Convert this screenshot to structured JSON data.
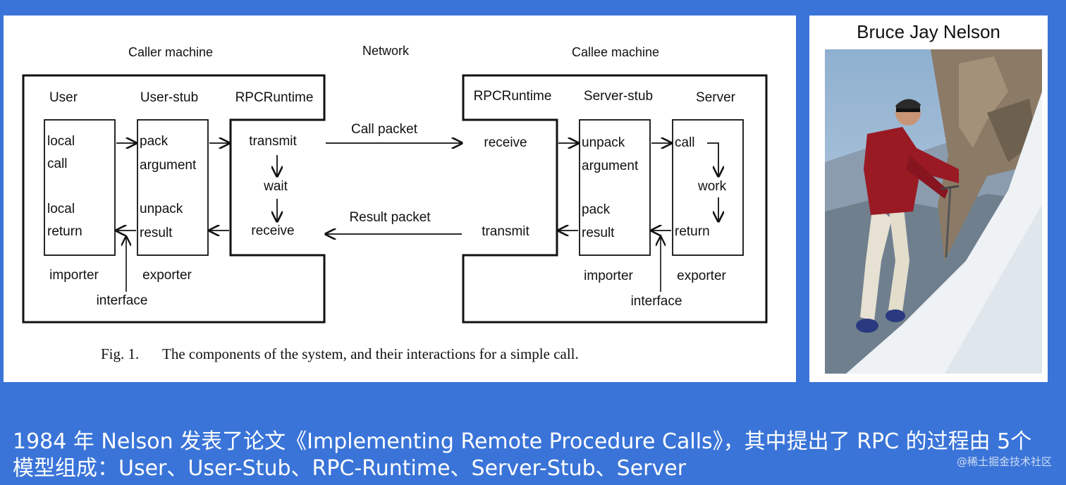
{
  "figure": {
    "caller_title": "Caller machine",
    "network_title": "Network",
    "callee_title": "Callee machine",
    "columns": {
      "user": "User",
      "user_stub": "User-stub",
      "rpc_runtime_caller": "RPCRuntime",
      "rpc_runtime_callee": "RPCRuntime",
      "server_stub": "Server-stub",
      "server": "Server"
    },
    "user_box": {
      "line1": "local",
      "line2": "call",
      "line3": "local",
      "line4": "return"
    },
    "user_stub_box": {
      "line1": "pack",
      "line2": "argument",
      "line3": "unpack",
      "line4": "result"
    },
    "rpc_caller_box": {
      "line1": "transmit",
      "line2": "wait",
      "line3": "receive"
    },
    "rpc_callee_box": {
      "line1": "receive",
      "line2": "transmit"
    },
    "server_stub_box": {
      "line1": "unpack",
      "line2": "argument",
      "line3": "pack",
      "line4": "result"
    },
    "server_box": {
      "line1": "call",
      "line2": "work",
      "line3": "return"
    },
    "call_packet": "Call packet",
    "result_packet": "Result packet",
    "caller_importer": "importer",
    "caller_exporter": "exporter",
    "caller_interface": "interface",
    "callee_importer": "importer",
    "callee_exporter": "exporter",
    "callee_interface": "interface",
    "caption_label": "Fig. 1.",
    "caption": "The components of the system, and their interactions for a simple call."
  },
  "photo": {
    "title": "Bruce Jay Nelson"
  },
  "caption": {
    "text": "1984 年 Nelson 发表了论文《Implementing Remote Procedure Calls》，其中提出了 RPC 的过程由 5个模型组成：User、User-Stub、RPC-Runtime、Server-Stub、Server"
  },
  "watermark": "@稀土掘金技术社区"
}
